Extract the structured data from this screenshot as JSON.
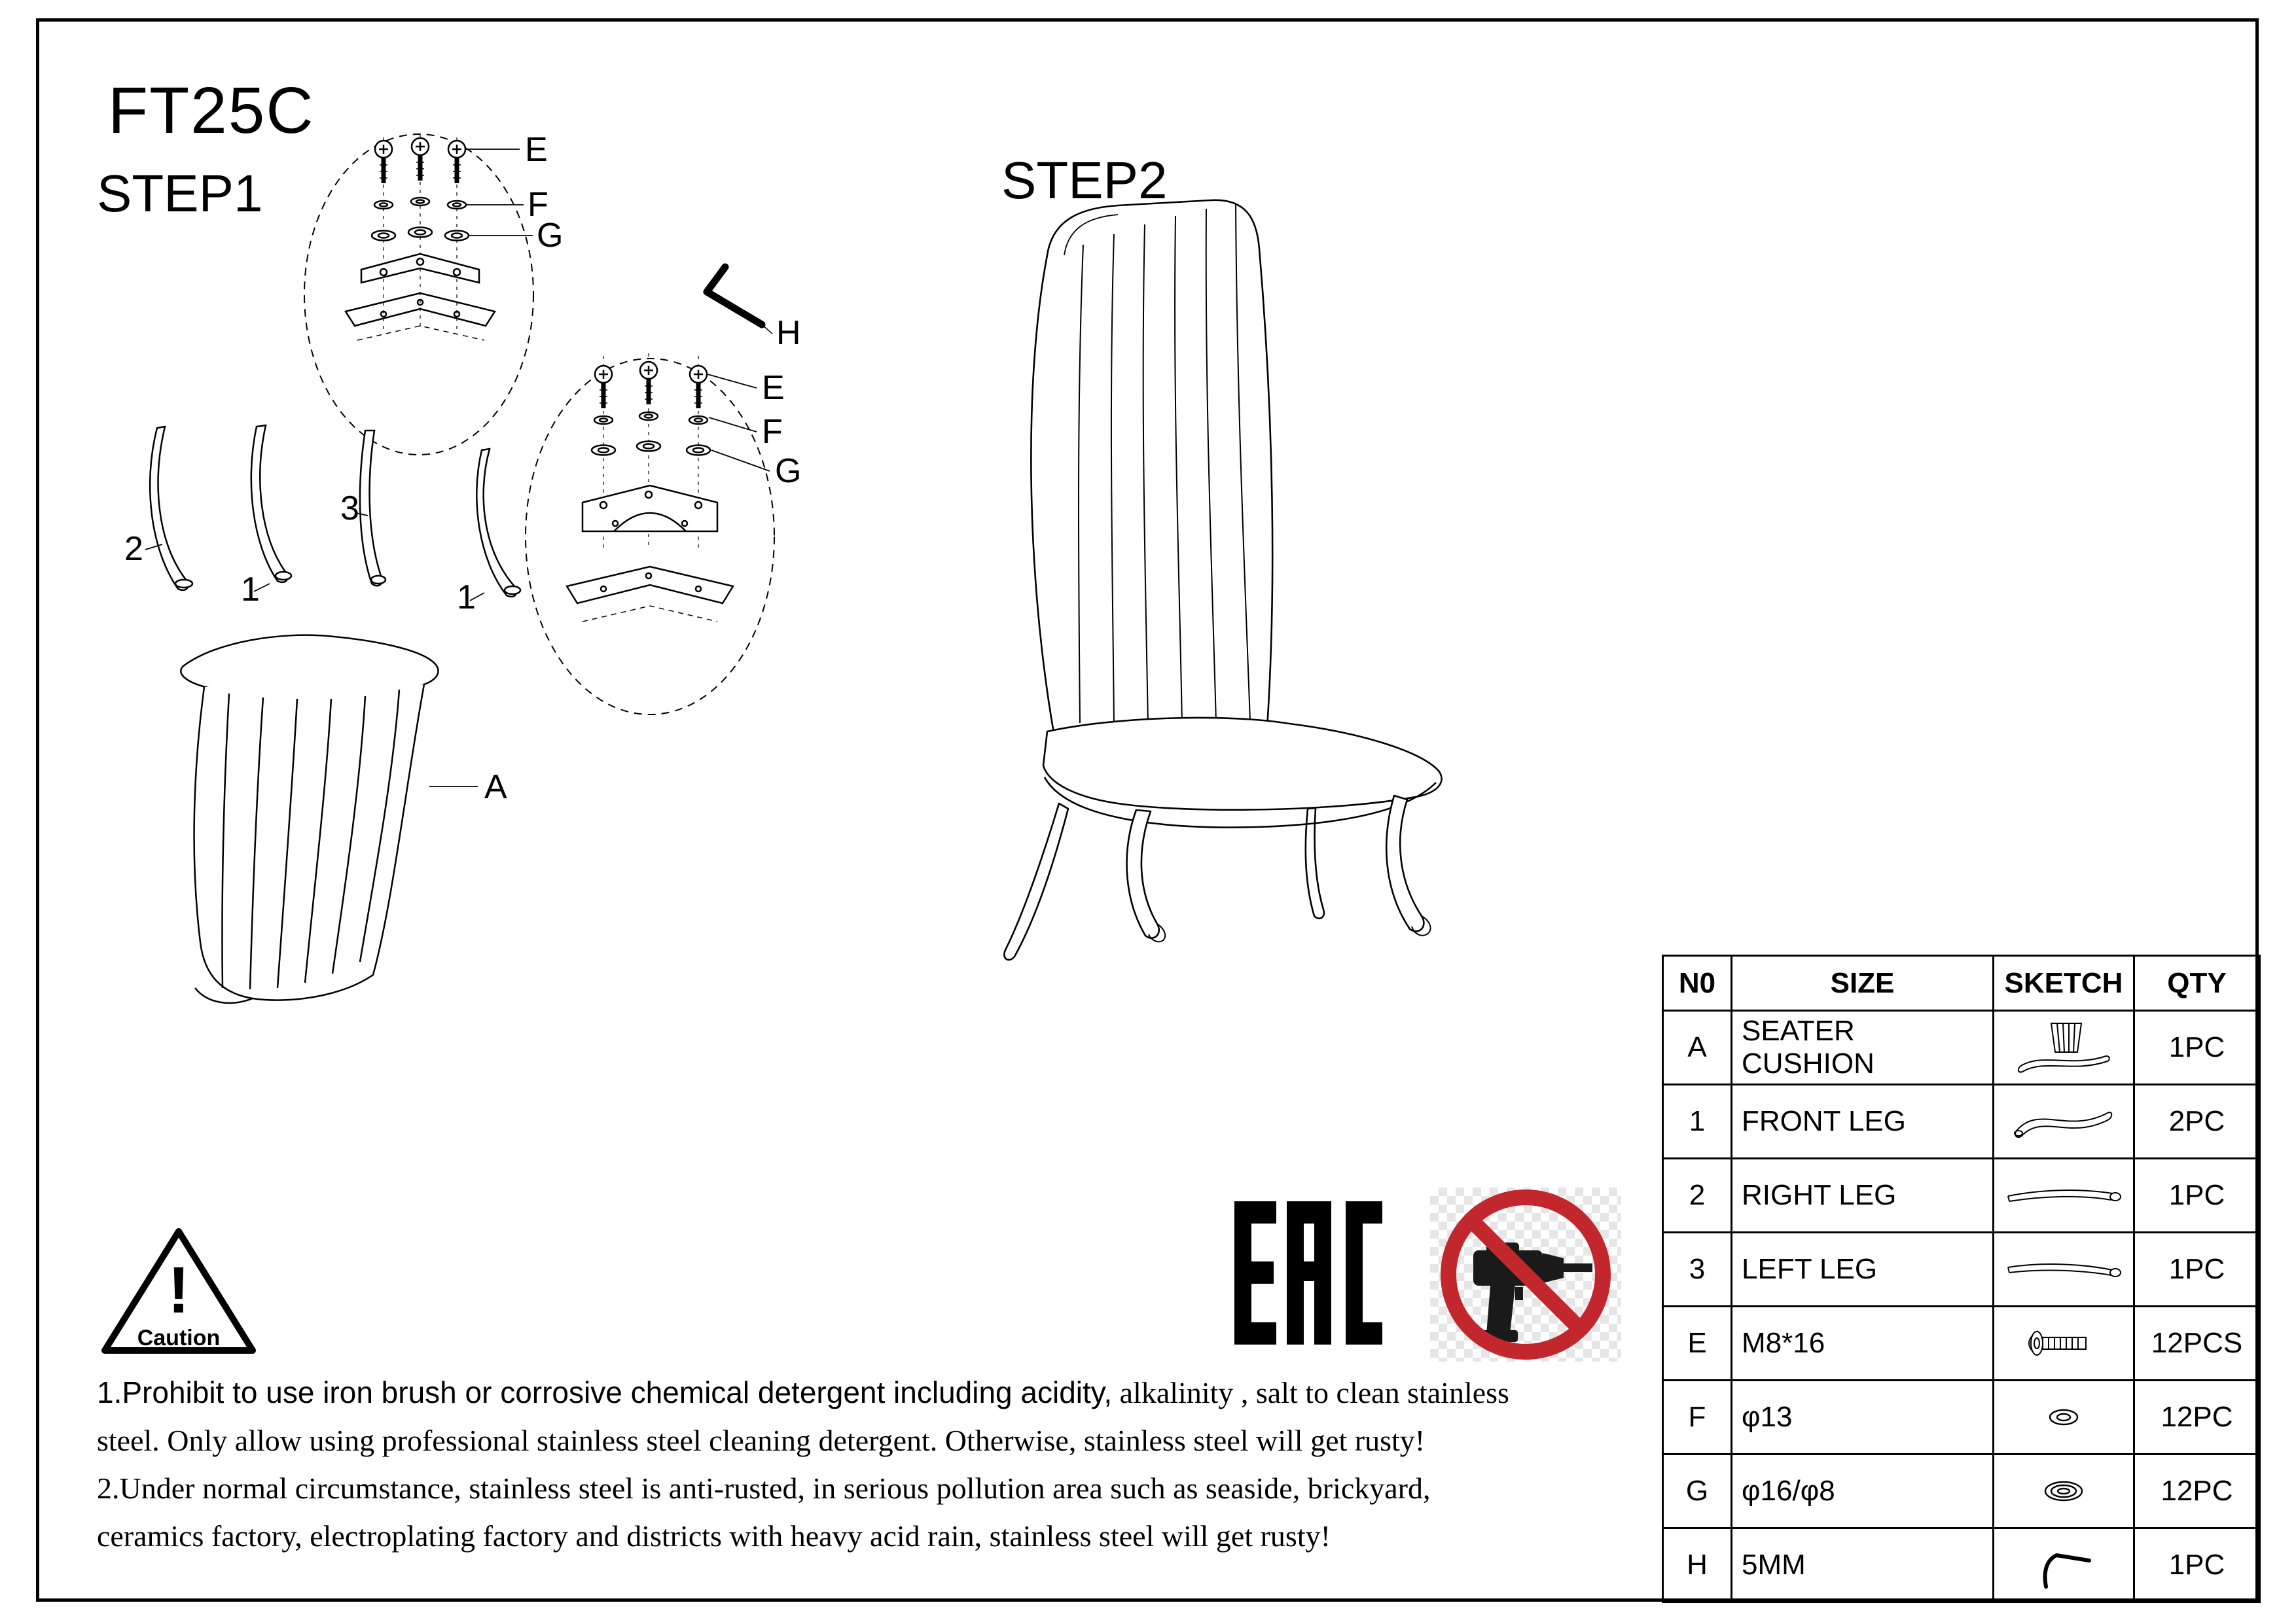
{
  "document": {
    "model": "FT25C"
  },
  "steps": {
    "step1": "STEP1",
    "step2": "STEP2"
  },
  "step1_callouts": {
    "e1": "E",
    "f1": "F",
    "g1": "G",
    "h": "H",
    "e2": "E",
    "f2": "F",
    "g2": "G",
    "leg_right_num": "2",
    "front_leg_num_a": "1",
    "leg_left_num": "3",
    "front_leg_num_b": "1",
    "cushion_letter": "A"
  },
  "parts_table": {
    "headers": {
      "no": "N0",
      "size": "SIZE",
      "sketch": "SKETCH",
      "qty": "QTY"
    },
    "rows": [
      {
        "no": "A",
        "size": "SEATER CUSHION",
        "sketch": "seater-cushion",
        "qty": "1PC"
      },
      {
        "no": "1",
        "size": "FRONT LEG",
        "sketch": "front-leg",
        "qty": "2PC"
      },
      {
        "no": "2",
        "size": "RIGHT LEG",
        "sketch": "right-leg",
        "qty": "1PC"
      },
      {
        "no": "3",
        "size": "LEFT LEG",
        "sketch": "left-leg",
        "qty": "1PC"
      },
      {
        "no": "E",
        "size": "M8*16",
        "sketch": "bolt",
        "qty": "12PCS"
      },
      {
        "no": "F",
        "size": "φ13",
        "sketch": "small-washer",
        "qty": "12PC"
      },
      {
        "no": "G",
        "size": "φ16/φ8",
        "sketch": "large-washer",
        "qty": "12PC"
      },
      {
        "no": "H",
        "size": "5MM",
        "sketch": "allen-key",
        "qty": "1PC"
      }
    ]
  },
  "caution": {
    "mark": "!",
    "label": "Caution"
  },
  "marks": {
    "eac": "EAC"
  },
  "colors": {
    "prohibition_red": "#c1272d",
    "line": "#000000"
  },
  "notes": {
    "line1_sans": "1.Prohibit to use iron brush or corrosive chemical detergent including acidity,",
    "line1_serif": " alkalinity , salt to clean stainless",
    "line2": "steel. Only allow using professional stainless steel cleaning detergent. Otherwise, stainless steel will get rusty!",
    "line3": "2.Under normal circumstance, stainless steel is anti-rusted, in serious pollution area such as seaside, brickyard,",
    "line4": "ceramics factory, electroplating factory and districts with heavy acid rain, stainless steel will get rusty!"
  }
}
